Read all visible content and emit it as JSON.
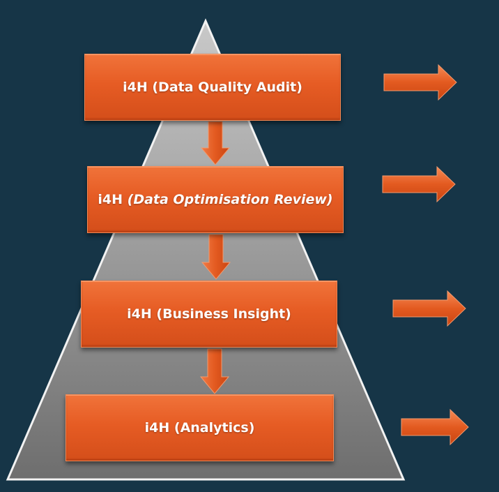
{
  "diagram": {
    "stages": [
      {
        "prefix": "i4H",
        "label": "(Data Quality Audit)",
        "italic": false
      },
      {
        "prefix": "i4H",
        "label": "(Data Optimisation Review)",
        "italic": true
      },
      {
        "prefix": "i4H",
        "label": "(Business Insight)",
        "italic": false
      },
      {
        "prefix": "i4H",
        "label": "(Analytics)",
        "italic": false
      }
    ]
  },
  "colors": {
    "background": "#163547",
    "pyramid_top": "#c9c9c9",
    "pyramid_bottom": "#6e6e6e",
    "box_fill": "#e65c24",
    "text": "#ffffff"
  },
  "icons": {
    "down_arrow": "down-arrow-icon",
    "right_arrow": "right-arrow-icon"
  }
}
